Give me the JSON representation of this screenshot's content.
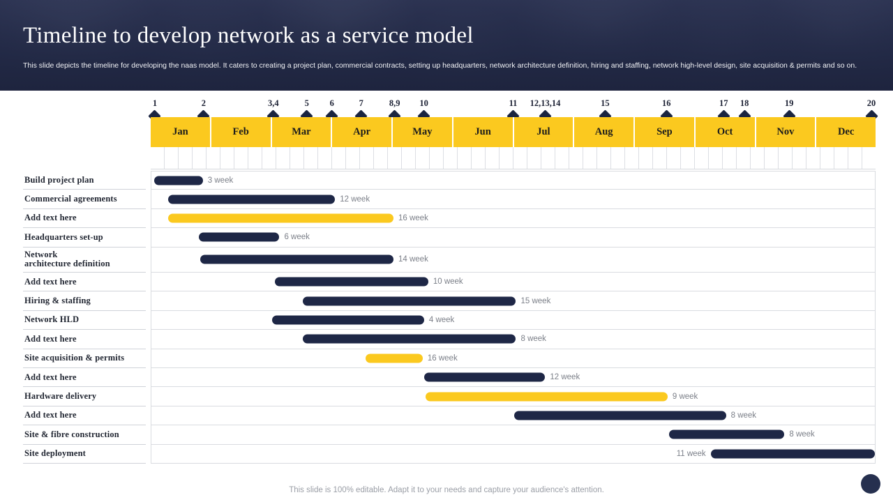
{
  "header": {
    "title": "Timeline to develop network as a service model",
    "subtitle": "This slide depicts the timeline for developing the naas model. It caters to  creating a project plan, commercial contracts, setting up headquarters, network architecture definition, hiring and staffing, network high-level design, site acquisition & permits and so on."
  },
  "footer": {
    "note": "This slide is 100% editable. Adapt it to your needs and capture your audience's attention."
  },
  "colors": {
    "header_bg": "#2b3252",
    "accent_yellow": "#fbc91f",
    "bar_navy": "#1e2746",
    "week_text": "#7b7f88"
  },
  "chart_data": {
    "type": "bar",
    "title": "Timeline to develop network as a service model",
    "xlabel": "",
    "ylabel": "",
    "grid": true,
    "axis_months": [
      "Jan",
      "Feb",
      "Mar",
      "Apr",
      "May",
      "Jun",
      "Jul",
      "Aug",
      "Sep",
      "Oct",
      "Nov",
      "Dec"
    ],
    "weeks_per_year": 52,
    "milestones": [
      {
        "label": "1",
        "week": 0.3
      },
      {
        "label": "2",
        "week": 3.8
      },
      {
        "label": "3,4",
        "week": 8.8
      },
      {
        "label": "5",
        "week": 11.2
      },
      {
        "label": "6",
        "week": 13.0
      },
      {
        "label": "7",
        "week": 15.1
      },
      {
        "label": "8,9",
        "week": 17.5
      },
      {
        "label": "10",
        "week": 19.6
      },
      {
        "label": "11",
        "week": 26.0
      },
      {
        "label": "12,13,14",
        "week": 28.3
      },
      {
        "label": "15",
        "week": 32.6
      },
      {
        "label": "16",
        "week": 37.0
      },
      {
        "label": "17",
        "week": 41.1
      },
      {
        "label": "18",
        "week": 42.6
      },
      {
        "label": "19",
        "week": 45.8
      },
      {
        "label": "20",
        "week": 51.7
      }
    ],
    "tasks": [
      {
        "name": "Build project  plan",
        "duration_label": "3 week",
        "start_week": 0.2,
        "end_week": 3.7,
        "color": "navy",
        "label_side": "right"
      },
      {
        "name": "Commercial  agreements",
        "duration_label": "12 week",
        "start_week": 1.2,
        "end_week": 13.2,
        "color": "navy",
        "label_side": "right"
      },
      {
        "name": "Add  text here",
        "duration_label": "16 week",
        "start_week": 1.2,
        "end_week": 17.4,
        "color": "yellow",
        "label_side": "right"
      },
      {
        "name": "Headquarters  set-up",
        "duration_label": "6 week",
        "start_week": 3.4,
        "end_week": 9.2,
        "color": "navy",
        "label_side": "right"
      },
      {
        "name": "Network\narchitecture  definition",
        "duration_label": "14 week",
        "start_week": 3.5,
        "end_week": 17.4,
        "color": "navy",
        "label_side": "right"
      },
      {
        "name": "Add  text here",
        "duration_label": "10 week",
        "start_week": 8.9,
        "end_week": 19.9,
        "color": "navy",
        "label_side": "right"
      },
      {
        "name": "Hiring  &  staffing",
        "duration_label": "15 week",
        "start_week": 10.9,
        "end_week": 26.2,
        "color": "navy",
        "label_side": "right"
      },
      {
        "name": "Network  HLD",
        "duration_label": "4 week",
        "start_week": 8.7,
        "end_week": 19.6,
        "color": "navy",
        "label_side": "right"
      },
      {
        "name": "Add  text here",
        "duration_label": "8 week",
        "start_week": 10.9,
        "end_week": 26.2,
        "color": "navy",
        "label_side": "right"
      },
      {
        "name": "Site acquisition  &  permits",
        "duration_label": "16 week",
        "start_week": 15.4,
        "end_week": 19.5,
        "color": "yellow",
        "label_side": "right"
      },
      {
        "name": "Add  text here",
        "duration_label": "12 week",
        "start_week": 19.6,
        "end_week": 28.3,
        "color": "navy",
        "label_side": "right"
      },
      {
        "name": "Hardware  delivery",
        "duration_label": "9 week",
        "start_week": 19.7,
        "end_week": 37.1,
        "color": "yellow",
        "label_side": "right"
      },
      {
        "name": "Add  text here",
        "duration_label": "8 week",
        "start_week": 26.1,
        "end_week": 41.3,
        "color": "navy",
        "label_side": "right"
      },
      {
        "name": "Site & fibre  construction",
        "duration_label": "8 week",
        "start_week": 37.2,
        "end_week": 45.5,
        "color": "navy",
        "label_side": "right"
      },
      {
        "name": "Site deployment",
        "duration_label": "11 week",
        "start_week": 40.2,
        "end_week": 52.0,
        "color": "navy",
        "label_side": "left"
      }
    ]
  }
}
